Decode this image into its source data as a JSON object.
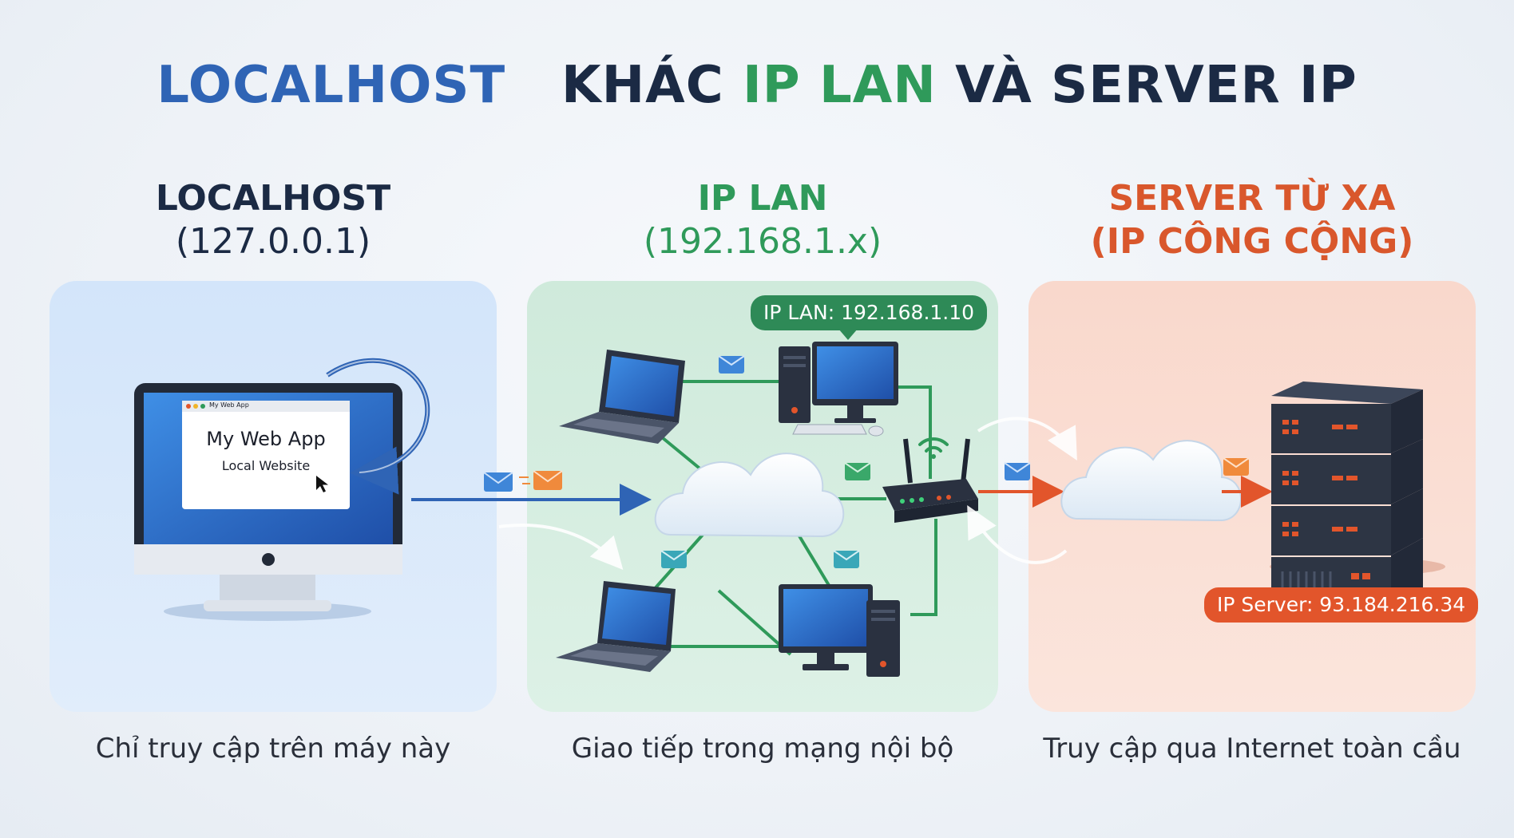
{
  "title": {
    "part1": "LOCALHOST",
    "part2": "KHÁC",
    "part3": "IP LAN",
    "part4": "VÀ SERVER IP"
  },
  "columns": [
    {
      "heading": "LOCALHOST",
      "sub": "(127.0.0.1)",
      "caption": "Chỉ truy cập trên máy này",
      "color": "#1b2a44"
    },
    {
      "heading": "IP LAN",
      "sub": "(192.168.1.x)",
      "caption": "Giao tiếp trong mạng nội bộ",
      "color": "#2f9a5a"
    },
    {
      "heading": "SERVER TỪ XA",
      "sub": "(IP CÔNG CỘNG)",
      "caption": "Truy cập qua Internet toàn cầu",
      "color": "#d9572c"
    }
  ],
  "localhost_panel": {
    "browser_tab": "My Web App",
    "app_title": "My Web App",
    "app_subtitle": "Local Website"
  },
  "lan_panel": {
    "ip_label": "IP LAN: 192.168.1.10"
  },
  "server_panel": {
    "ip_label": "IP Server: 93.184.216.34"
  },
  "colors": {
    "blue_accent": "#2f64b5",
    "green_accent": "#2f9a5a",
    "orange_accent": "#e2552b",
    "dark_text": "#1b2a44"
  },
  "icons": [
    "monitor-icon",
    "laptop-icon",
    "desktop-pc-icon",
    "router-icon",
    "cloud-icon",
    "server-rack-icon",
    "envelope-icon",
    "arrow-icon",
    "wifi-icon"
  ]
}
